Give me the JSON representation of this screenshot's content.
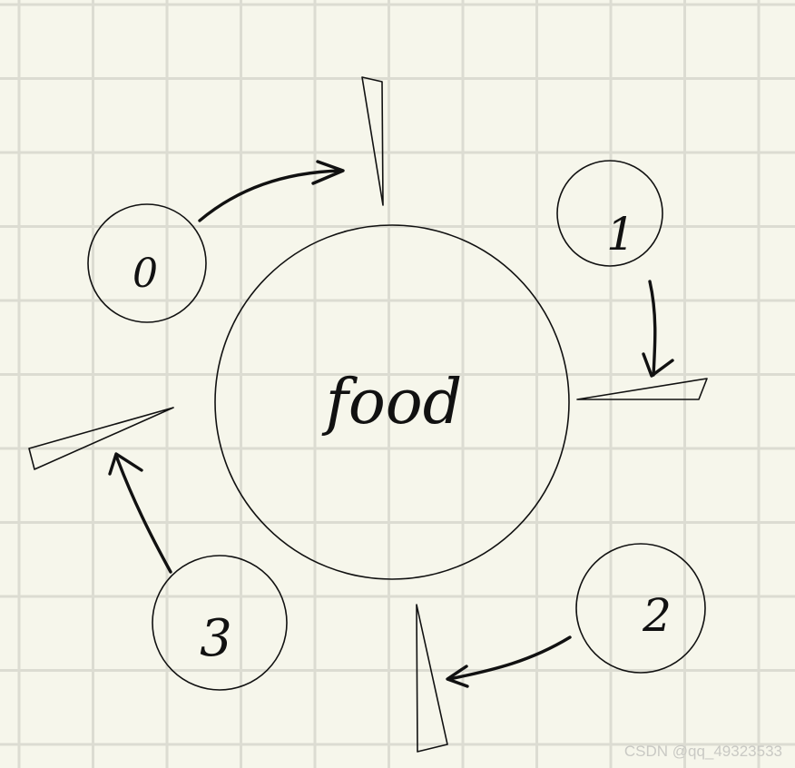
{
  "colors": {
    "paper": "#f6f6eb",
    "grid": "#dcdcd2",
    "ink": "#111111",
    "watermark": "#c9c9c4"
  },
  "diagram": {
    "center_label": "food",
    "philosophers": [
      {
        "label": "0"
      },
      {
        "label": "1"
      },
      {
        "label": "2"
      },
      {
        "label": "3"
      }
    ],
    "chopsticks": 4,
    "arrows": 4
  },
  "watermark": "CSDN @qq_49323533"
}
